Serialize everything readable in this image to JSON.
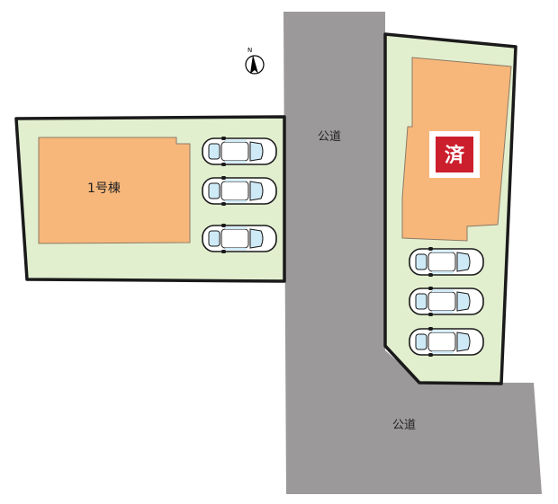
{
  "roads": {
    "north_south": "公道",
    "south": "公道"
  },
  "lots": {
    "west_building": "1号棟",
    "east_building_sold_mark": "済"
  },
  "compass": {
    "letter": "N",
    "icon": "north-arrow-icon"
  },
  "colors": {
    "road": "#9b9999",
    "lot": "#e2efcf",
    "building": "#f7b77a",
    "outline": "#1a1a1a",
    "sold": "#cc1f2d",
    "car_window": "#cfeaf7"
  }
}
